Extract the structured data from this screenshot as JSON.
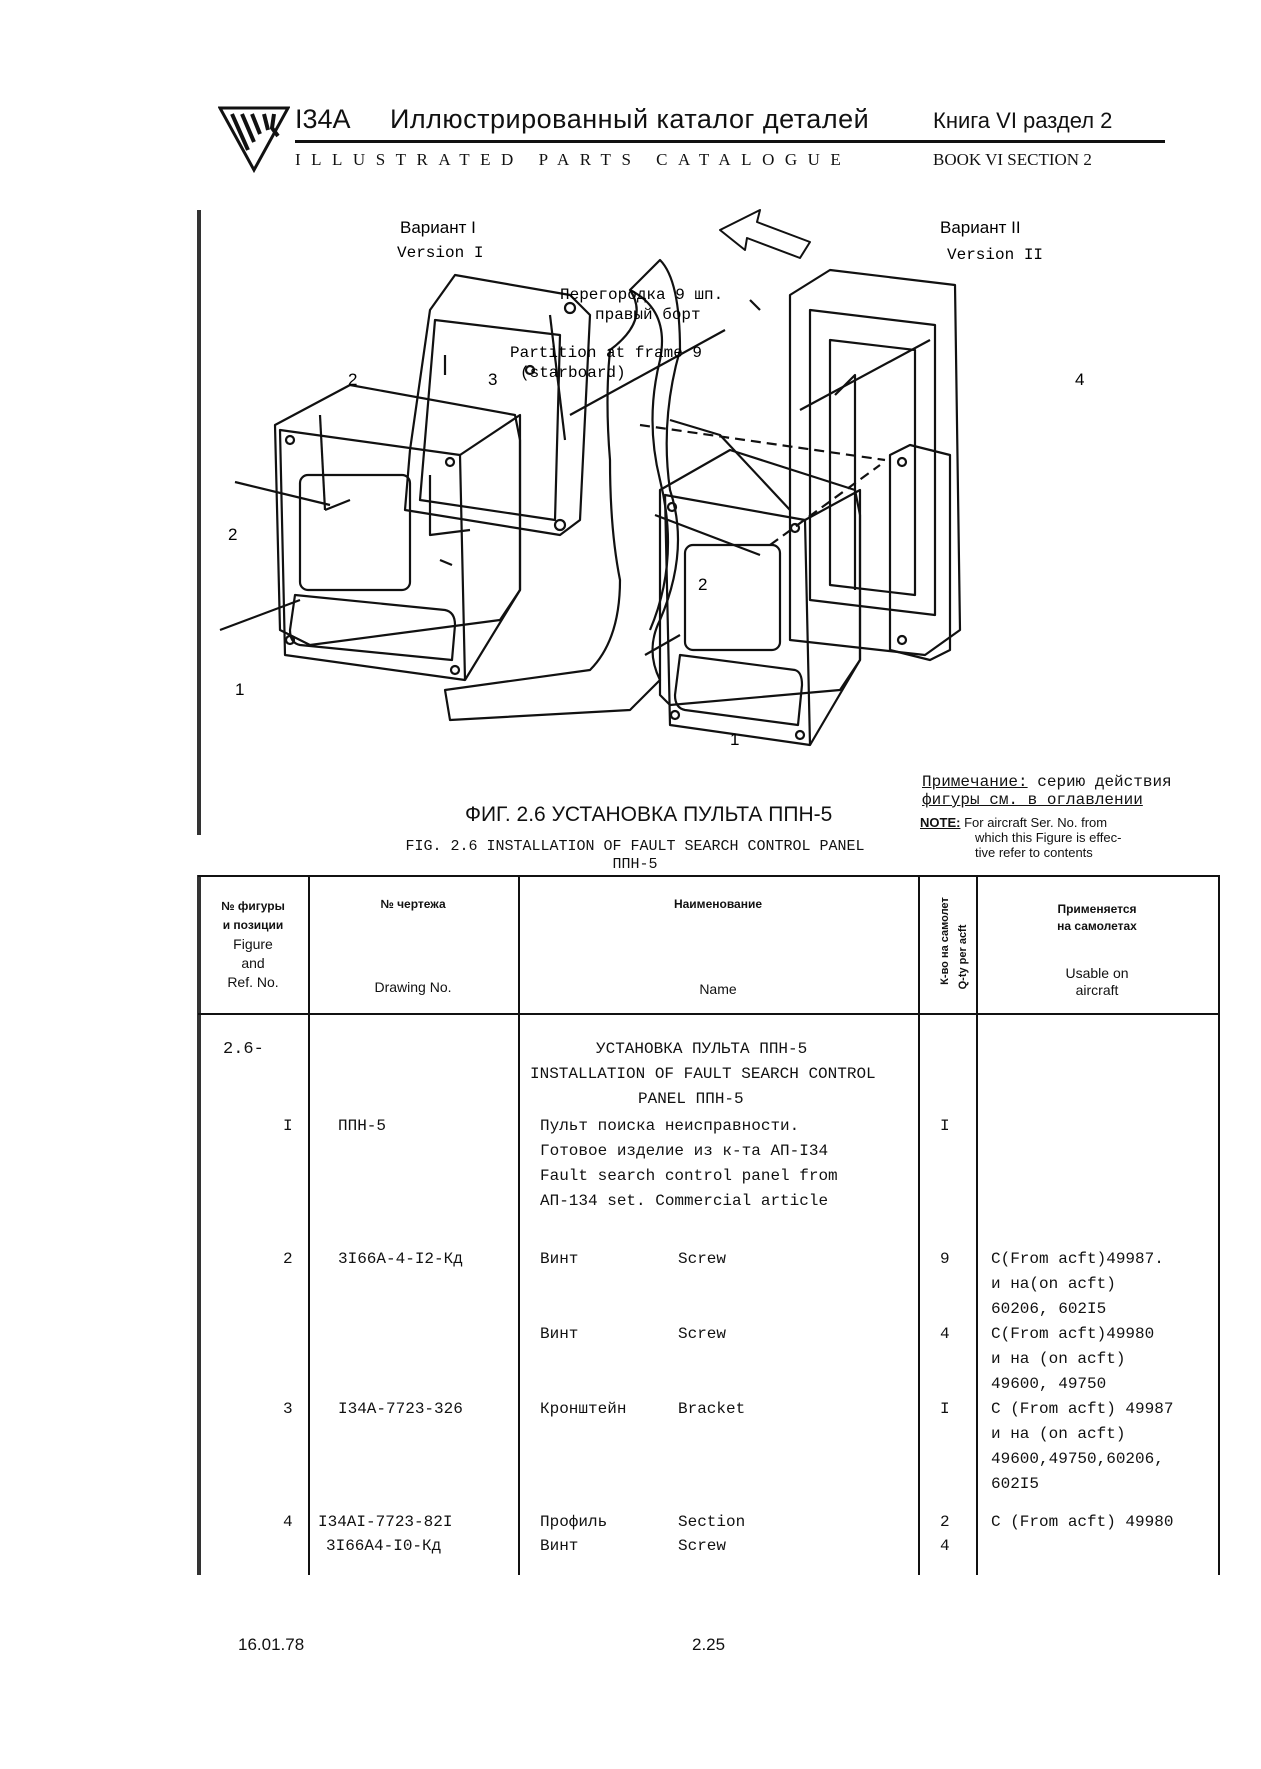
{
  "header": {
    "code": "I34A",
    "title_ru": "Иллюстрированный каталог деталей",
    "title_en": "ILLUSTRATED PARTS CATALOGUE",
    "book_ru": "Книга VI раздел 2",
    "book_en": "BOOK VI SECTION 2"
  },
  "figure": {
    "variant1_ru": "Вариант I",
    "variant1_en": "Version I",
    "variant2_ru": "Вариант II",
    "variant2_en": "Version II",
    "partition_ru_1": "Перегородка 9 шп.",
    "partition_ru_2": "правый борт",
    "partition_en_1": "Partition at frame 9",
    "partition_en_2": "(starboard)",
    "callouts": [
      "1",
      "2",
      "3",
      "4"
    ],
    "caption_ru": "ФИГ. 2.6 УСТАНОВКА ПУЛЬТА ППН-5",
    "caption_en_1": "FIG. 2.6 INSTALLATION OF FAULT SEARCH CONTROL PANEL",
    "caption_en_2": "ППН-5",
    "note_ru_label": "Примечание:",
    "note_ru_1": "серию действия",
    "note_ru_2": "фигуры см. в оглавлении",
    "note_en_label": "NOTE:",
    "note_en_1": "For aircraft Ser. No. from",
    "note_en_2": "which this Figure is effec-",
    "note_en_3": "tive refer to contents"
  },
  "table": {
    "headers": {
      "fig_ru_1": "№ фигуры",
      "fig_ru_2": "и позиции",
      "fig_en_1": "Figure",
      "fig_en_2": "and",
      "fig_en_3": "Ref. No.",
      "drawing_ru": "№ чертежа",
      "drawing_en": "Drawing No.",
      "name_ru": "Наименование",
      "name_en": "Name",
      "qty_ru": "К-во на самолет",
      "qty_en": "Q-ty per acft",
      "usable_ru_1": "Применяется",
      "usable_ru_2": "на самолетах",
      "usable_en_1": "Usable on",
      "usable_en_2": "aircraft"
    },
    "group_ref": "2.6-",
    "group_title_1": "УСТАНОВКА ПУЛЬТА ППН-5",
    "group_title_2": "INSTALLATION OF FAULT SEARCH CONTROL",
    "group_title_3": "PANEL ППН-5",
    "rows": [
      {
        "ref": "I",
        "drawing": "ППН-5",
        "name_lines": [
          "Пульт поиска неисправности.",
          "Готовое изделие из к-та АП-I34",
          "Fault search control panel from",
          "АП-134 set. Commercial article"
        ],
        "qty": "I",
        "usable_lines": []
      },
      {
        "ref": "2",
        "drawing": "3I66A-4-I2-Кд",
        "name_ru": "Винт",
        "name_en": "Screw",
        "qty": "9",
        "usable_lines": [
          "С(From acft)49987.",
          "и на(on acft)",
          "60206, 602I5"
        ]
      },
      {
        "ref": "",
        "drawing": "",
        "name_ru": "Винт",
        "name_en": "Screw",
        "qty": "4",
        "usable_lines": [
          "С(From acft)49980",
          "и на (on acft)",
          "49600, 49750"
        ]
      },
      {
        "ref": "3",
        "drawing": "I34A-7723-326",
        "name_ru": "Кронштейн",
        "name_en": "Bracket",
        "qty": "I",
        "usable_lines": [
          "С (From acft) 49987",
          "и на (on acft)",
          "49600,49750,60206,",
          "602I5"
        ]
      },
      {
        "ref": "4",
        "drawing": "I34AI-7723-82I",
        "name_ru": "Профиль",
        "name_en": "Section",
        "qty": "2",
        "usable_lines": [
          "С (From acft) 49980"
        ]
      },
      {
        "ref": "",
        "drawing": "3I66A4-I0-Кд",
        "name_ru": "Винт",
        "name_en": "Screw",
        "qty": "4",
        "usable_lines": []
      }
    ]
  },
  "footer": {
    "date": "16.01.78",
    "page": "2.25"
  }
}
